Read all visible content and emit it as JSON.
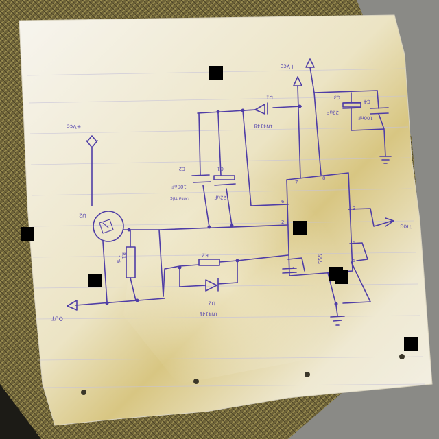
{
  "notes": {
    "supply_label_1": "+Vcc",
    "supply_label_2": "+Vcc",
    "sensor_label": "U2",
    "r1_label": "R1",
    "r1_value": "10k",
    "output_label": "OUT",
    "c1_label": "C1",
    "c1_value": "22uF",
    "c2_label": "C2",
    "c2_value": "100nF",
    "c2_note": "ceramic",
    "d1_label": "D1",
    "d1_value": "1N4148",
    "d2_label": "D2",
    "d2_value": "1N4148",
    "r2_label": "R2",
    "c3_label": "C3",
    "c3_value": "22uF",
    "c4_label": "C4",
    "c4_value": "100nF",
    "trig_label": "TRIG",
    "ic_pins": [
      "8",
      "7",
      "6",
      "2",
      "3",
      "4",
      "5",
      "1"
    ],
    "ic_label": "555"
  }
}
